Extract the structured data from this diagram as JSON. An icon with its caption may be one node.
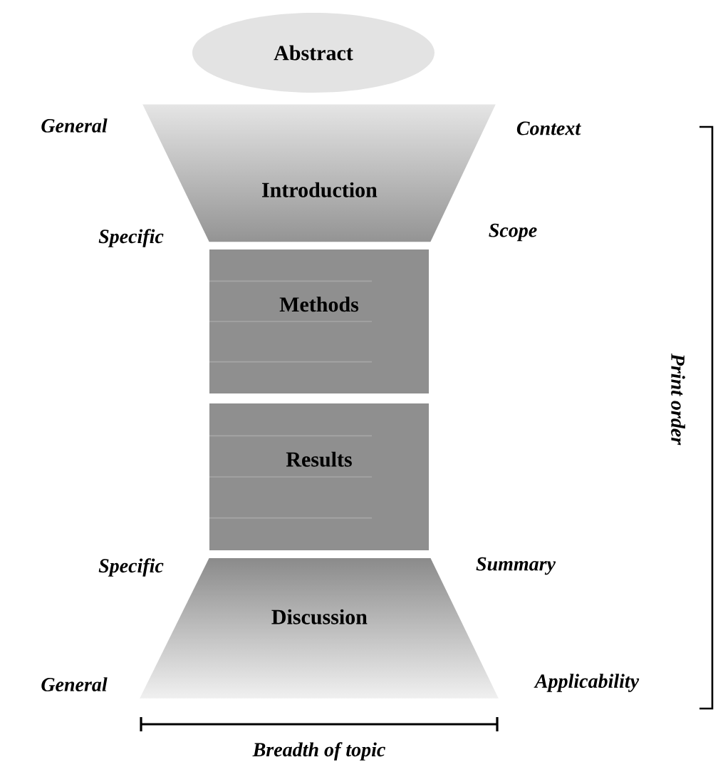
{
  "diagram": {
    "nodes": [
      {
        "text": [
          "Abstract"
        ]
      },
      {
        "text": [
          "Introduction"
        ]
      },
      {
        "text": [
          "Methods"
        ]
      },
      {
        "text": [
          "Results"
        ]
      },
      {
        "text": [
          "Discussion"
        ]
      }
    ],
    "labels": [
      "General",
      "Context",
      "Specific",
      "Scope",
      "Print order",
      "Specific",
      "Summary",
      "General",
      "Applicability",
      "Breadth of topic"
    ]
  }
}
